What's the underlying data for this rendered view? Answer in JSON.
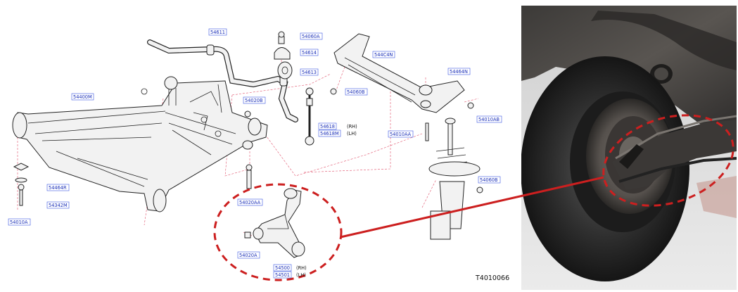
{
  "diagram": {
    "reference_code": "T4010066",
    "part_labels": {
      "stabilizer_bar": "54611",
      "stab_bolt": "54060A",
      "stab_clamp": "54614",
      "stab_bushing": "54613",
      "member_stay": "544C4N",
      "stay_insulator": "54464N",
      "stay_nut": "54060B",
      "front_crossmember": "54400M",
      "bushing_bolt_upper": "54020B",
      "link_rh": "54618",
      "link_lh": "54618M",
      "stay_bolt_rh": "54010AB",
      "stay_bolt_lh": "54010AA",
      "insulator_left": "54464R",
      "bolt_left": "54342M",
      "bolt_bottom_left": "54010A",
      "arm_bolt": "54020AA",
      "arm_bushing_bolt": "54020A",
      "lower_arm_rh": "54500",
      "lower_arm_lh": "54501",
      "strut_nut": "54060B"
    },
    "side_marks": {
      "rh": "(RH)",
      "lh": "(LH)",
      "arm_rh": "(RH)",
      "arm_lh": "(LH)"
    }
  },
  "photo": {
    "subject": "photo-of-vehicle-underside-with-wheel-and-lower-control-arm"
  },
  "colors": {
    "highlight": "#cc1f1f",
    "label_text": "#1a2fb8",
    "label_border": "#3a56e0",
    "leader": "#e0506a"
  }
}
